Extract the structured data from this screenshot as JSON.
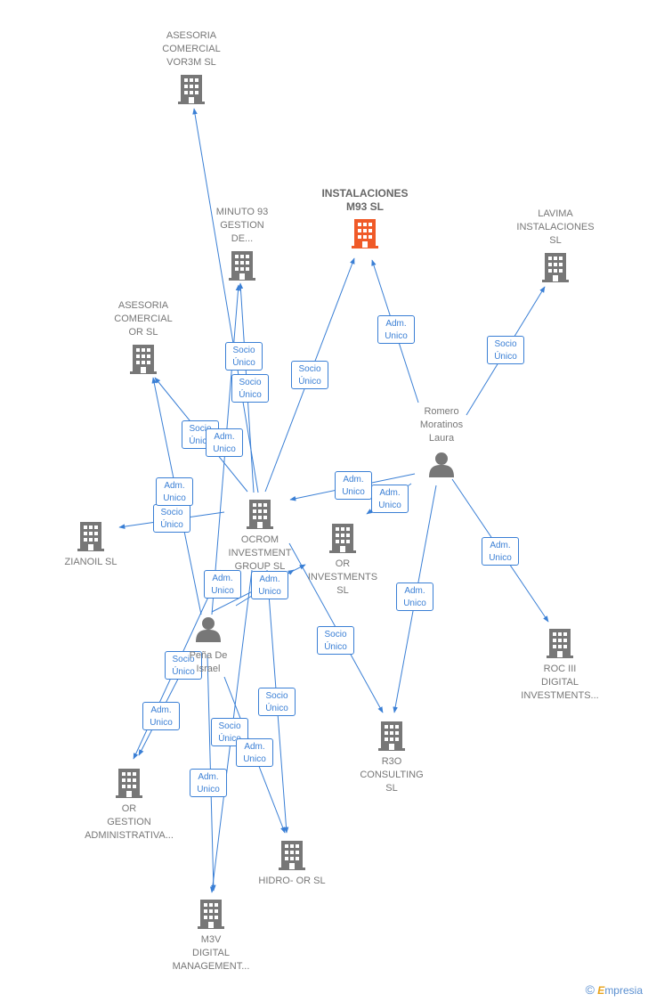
{
  "colors": {
    "edge": "#3a7fd5",
    "company": "#777777",
    "focus_company": "#f05a28",
    "person": "#777777",
    "edge_label_bg": "#ffffff"
  },
  "nodes": [
    {
      "id": "asesoria_vor3m",
      "kind": "company",
      "lines": [
        "ASESORIA",
        "COMERCIAL",
        "VOR3M  SL"
      ]
    },
    {
      "id": "instalaciones_m93",
      "kind": "company",
      "focus": true,
      "lines": [
        "INSTALACIONES",
        "M93  SL"
      ]
    },
    {
      "id": "minuto93",
      "kind": "company",
      "lines": [
        "MINUTO 93",
        "GESTION",
        "DE..."
      ]
    },
    {
      "id": "lavima",
      "kind": "company",
      "lines": [
        "LAVIMA",
        "INSTALACIONES",
        "SL"
      ]
    },
    {
      "id": "asesoria_or",
      "kind": "company",
      "lines": [
        "ASESORIA",
        "COMERCIAL",
        "OR  SL"
      ]
    },
    {
      "id": "romero",
      "kind": "person",
      "lines": [
        "Romero",
        "Moratinos",
        "Laura"
      ]
    },
    {
      "id": "zianoil",
      "kind": "company",
      "lines": [
        "ZIANOIL  SL"
      ]
    },
    {
      "id": "ocrom",
      "kind": "company",
      "lines": [
        "OCROM",
        "INVESTMENT",
        "GROUP  SL"
      ]
    },
    {
      "id": "or_investments",
      "kind": "company",
      "lines": [
        "OR",
        "INVESTMENTS",
        "SL"
      ]
    },
    {
      "id": "israel",
      "kind": "person",
      "lines": [
        "Peña De",
        "Israel"
      ]
    },
    {
      "id": "roc3",
      "kind": "company",
      "lines": [
        "ROC III",
        "DIGITAL",
        "INVESTMENTS..."
      ]
    },
    {
      "id": "r3o",
      "kind": "company",
      "lines": [
        "R3O",
        "CONSULTING",
        "SL"
      ]
    },
    {
      "id": "or_gestion",
      "kind": "company",
      "lines": [
        "OR",
        "GESTION",
        "ADMINISTRATIVA..."
      ]
    },
    {
      "id": "hidro",
      "kind": "company",
      "lines": [
        "HIDRO- OR  SL"
      ]
    },
    {
      "id": "m3v",
      "kind": "company",
      "lines": [
        "M3V",
        "DIGITAL",
        "MANAGEMENT..."
      ]
    }
  ],
  "edges": [
    {
      "from": "ocrom",
      "to": "asesoria_vor3m",
      "label": [
        "Socio",
        "Único"
      ]
    },
    {
      "from": "ocrom",
      "to": "minuto93",
      "label": [
        "Socio",
        "Único"
      ]
    },
    {
      "from": "ocrom",
      "to": "instalaciones_m93",
      "label": [
        "Socio",
        "Único"
      ]
    },
    {
      "from": "ocrom",
      "to": "asesoria_or",
      "label": [
        "Socio",
        "Único"
      ]
    },
    {
      "from": "ocrom",
      "to": "zianoil",
      "label": [
        "Socio",
        "Único"
      ]
    },
    {
      "from": "ocrom",
      "to": "r3o",
      "label": [
        "Socio",
        "Único"
      ]
    },
    {
      "from": "ocrom",
      "to": "hidro",
      "label": [
        "Socio",
        "Único"
      ]
    },
    {
      "from": "ocrom",
      "to": "m3v",
      "label": [
        "Socio",
        "Único"
      ]
    },
    {
      "from": "ocrom",
      "to": "or_gestion",
      "label": [
        "Socio",
        "Único"
      ]
    },
    {
      "from": "romero",
      "to": "instalaciones_m93",
      "label": [
        "Adm.",
        "Unico"
      ]
    },
    {
      "from": "romero",
      "to": "lavima",
      "label": [
        "Socio",
        "Único"
      ]
    },
    {
      "from": "romero",
      "to": "ocrom",
      "label": [
        "Adm.",
        "Unico"
      ]
    },
    {
      "from": "romero",
      "to": "or_investments",
      "label": [
        "Adm.",
        "Unico"
      ]
    },
    {
      "from": "romero",
      "to": "roc3",
      "label": [
        "Adm.",
        "Unico"
      ]
    },
    {
      "from": "romero",
      "to": "r3o",
      "label": [
        "Adm.",
        "Unico"
      ]
    },
    {
      "from": "israel",
      "to": "minuto93",
      "label": [
        "Adm.",
        "Unico"
      ]
    },
    {
      "from": "israel",
      "to": "asesoria_or",
      "label": [
        "Adm.",
        "Unico"
      ]
    },
    {
      "from": "israel",
      "to": "ocrom",
      "label": [
        "Adm.",
        "Unico"
      ]
    },
    {
      "from": "israel",
      "to": "or_investments",
      "label": [
        "Adm.",
        "Unico"
      ]
    },
    {
      "from": "israel",
      "to": "or_gestion",
      "label": [
        "Adm.",
        "Unico"
      ]
    },
    {
      "from": "israel",
      "to": "hidro",
      "label": [
        "Adm.",
        "Unico"
      ]
    },
    {
      "from": "israel",
      "to": "m3v",
      "label": [
        "Adm.",
        "Unico"
      ]
    }
  ],
  "brand": {
    "copyright": "©",
    "first_letter": "E",
    "rest": "mpresia"
  }
}
